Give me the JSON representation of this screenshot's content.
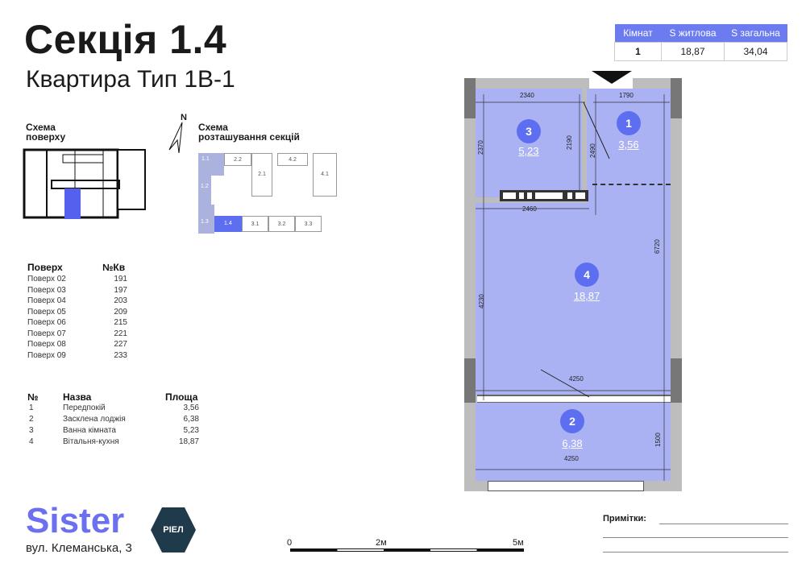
{
  "header": {
    "title": "Секція 1.4",
    "subtitle": "Квартира Тип 1В-1"
  },
  "summary": {
    "headers": [
      "Кімнат",
      "S житлова",
      "S загальна"
    ],
    "values": [
      "1",
      "18,87",
      "34,04"
    ]
  },
  "schemes": {
    "floor_l1": "Схема",
    "floor_l2": "поверху",
    "sections_l1": "Схема",
    "sections_l2": "розташування секцій",
    "north": "N",
    "sections": [
      "1.1",
      "1.2",
      "1.3",
      "1.4",
      "2.1",
      "2.2",
      "3.1",
      "3.2",
      "3.3",
      "4.1",
      "4.2"
    ],
    "selected_section": "1.4"
  },
  "floors": {
    "headers": [
      "Поверх",
      "№Кв"
    ],
    "rows": [
      [
        "Поверх 02",
        "191"
      ],
      [
        "Поверх 03",
        "197"
      ],
      [
        "Поверх 04",
        "203"
      ],
      [
        "Поверх 05",
        "209"
      ],
      [
        "Поверх 06",
        "215"
      ],
      [
        "Поверх 07",
        "221"
      ],
      [
        "Поверх 08",
        "227"
      ],
      [
        "Поверх 09",
        "233"
      ]
    ]
  },
  "rooms": {
    "headers": [
      "№",
      "Назва",
      "Площа"
    ],
    "rows": [
      [
        "1",
        "Передпокій",
        "3,56"
      ],
      [
        "2",
        "Засклена лоджія",
        "6,38"
      ],
      [
        "3",
        "Ванна кімната",
        "5,23"
      ],
      [
        "4",
        "Вітальня-кухня",
        "18,87"
      ]
    ]
  },
  "plan": {
    "labels": [
      {
        "n": "1",
        "a": "3,56"
      },
      {
        "n": "2",
        "a": "6,38"
      },
      {
        "n": "3",
        "a": "5,23"
      },
      {
        "n": "4",
        "a": "18,87"
      }
    ],
    "dims": {
      "d2340": "2340",
      "d1790": "1790",
      "d2370": "2370",
      "d2190": "2190",
      "d2490": "2490",
      "d2460": "2460",
      "d6720": "6720",
      "d4230": "4230",
      "d4250a": "4250",
      "d4250b": "4250",
      "d1500": "1500"
    },
    "fill_color": "#aab2f3",
    "accent": "#5d6ff0"
  },
  "footer": {
    "brand": "Sister",
    "partner": "РІЕЛ",
    "address": "вул. Клеманська, 3",
    "scale": [
      "0",
      "2м",
      "5м"
    ],
    "notes_label": "Примітки:"
  }
}
